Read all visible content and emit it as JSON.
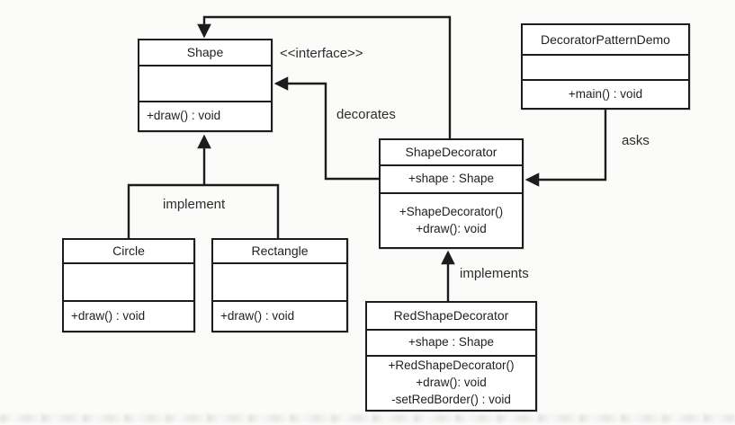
{
  "canvas": {
    "background_color": "#fbfbfa",
    "line_color": "#1c1c1c",
    "box_fill_color": "#ffffff",
    "text_color": "#1f1f1f"
  },
  "classes": {
    "shape": {
      "title": "Shape",
      "attributes": [],
      "methods": [
        "+draw() : void"
      ]
    },
    "decorator_pattern_demo": {
      "title": "DecoratorPatternDemo",
      "attributes": [],
      "methods": [
        "+main() : void"
      ]
    },
    "shape_decorator": {
      "title": "ShapeDecorator",
      "attributes": [
        "+shape : Shape"
      ],
      "methods": [
        "+ShapeDecorator()",
        "+draw(): void"
      ]
    },
    "red_shape_decorator": {
      "title": "RedShapeDecorator",
      "attributes": [
        "+shape : Shape"
      ],
      "methods": [
        "+RedShapeDecorator()",
        "+draw(): void",
        "-setRedBorder() : void"
      ]
    },
    "circle": {
      "title": "Circle",
      "attributes": [],
      "methods": [
        "+draw() : void"
      ]
    },
    "rectangle": {
      "title": "Rectangle",
      "attributes": [],
      "methods": [
        "+draw() : void"
      ]
    }
  },
  "labels": {
    "interface_stereotype": "<<interface>>",
    "decorates": "decorates",
    "implement": "implement",
    "implements": "implements",
    "asks": "asks"
  },
  "relationships": [
    {
      "from": "ShapeDecorator",
      "to": "Shape",
      "label": "decorates",
      "style": "arrow"
    },
    {
      "from": "ShapeDecorator",
      "to": "Shape",
      "label": "",
      "style": "arrow-top"
    },
    {
      "from": "Circle",
      "to": "Shape",
      "label": "implement",
      "style": "arrow"
    },
    {
      "from": "Rectangle",
      "to": "Shape",
      "label": "implement",
      "style": "arrow"
    },
    {
      "from": "RedShapeDecorator",
      "to": "ShapeDecorator",
      "label": "implements",
      "style": "arrow"
    },
    {
      "from": "DecoratorPatternDemo",
      "to": "ShapeDecorator",
      "label": "asks",
      "style": "arrow"
    }
  ]
}
